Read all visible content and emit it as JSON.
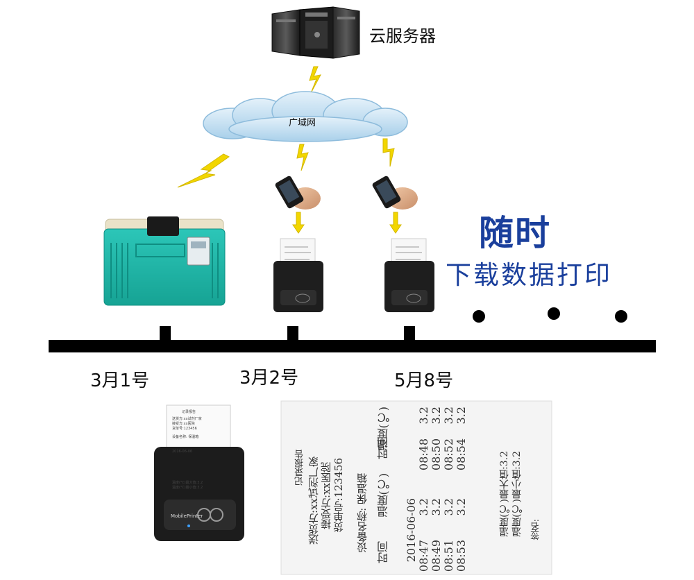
{
  "server": {
    "label": "云服务器",
    "icon": "server-rack-icon"
  },
  "cloud": {
    "label": "广域网",
    "icon": "cloud-icon"
  },
  "headline": {
    "title": "随时",
    "subtitle": "下载数据打印"
  },
  "timeline": {
    "dates": [
      "3月1号",
      "3月2号",
      "5月8号"
    ]
  },
  "devices": {
    "cooler_box": "cold-chain-cooler-box-icon",
    "phone": "smartphone-in-hand-icon",
    "printer": "thermal-printer-icon"
  },
  "colors": {
    "headline": "#1a3f9c",
    "lightning": "#f2d600",
    "cooler": "#1fb5a8",
    "timeline": "#000000",
    "cloud": "#b9d9ee"
  },
  "receipt": {
    "header": "记录报告",
    "line_sender": "送货方:xx试剂厂家",
    "line_receiver": "接受方:xx医院",
    "line_order": "货单号:123456",
    "line_device": "设备名称: 保温箱",
    "col_time": "时间",
    "col_temp": "温度(℃)",
    "date": "2016-06-06",
    "rows": [
      {
        "t1": "08:47",
        "v1": "3.2",
        "t2": "08:48",
        "v2": "3.2"
      },
      {
        "t1": "08:49",
        "v1": "3.2",
        "t2": "08:50",
        "v2": "3.2"
      },
      {
        "t1": "08:51",
        "v1": "3.2",
        "t2": "08:52",
        "v2": "3.2"
      },
      {
        "t1": "08:53",
        "v1": "3.2",
        "t2": "08:54",
        "v2": "3.2"
      }
    ],
    "max_line": "温度(℃)最大值:3.2",
    "min_line": "温度(℃)最小值:3.2",
    "sign": "签名:",
    "printer_brand": "MobilePrinter"
  }
}
